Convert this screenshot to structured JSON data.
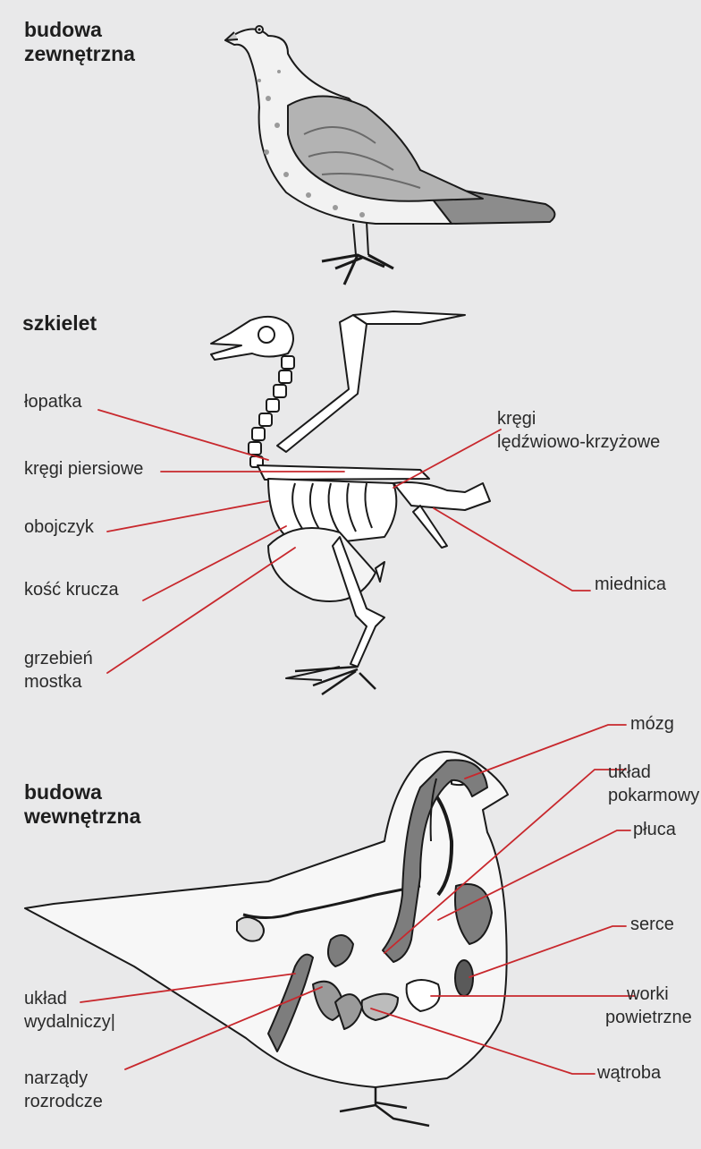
{
  "sections": {
    "external": [
      "budowa",
      "zewnętrzna"
    ],
    "skeleton": [
      "szkielet"
    ],
    "internal": [
      "budowa",
      "wewnętrzna"
    ]
  },
  "skeleton_labels": {
    "lopatka": [
      "łopatka"
    ],
    "kregi_piersiowe": [
      "kręgi piersiowe"
    ],
    "obojczyk": [
      "obojczyk"
    ],
    "kosc_krucza": [
      "kość krucza"
    ],
    "grzebien_mostka": [
      "grzebień",
      "mostka"
    ],
    "kregi_ledzwiowo": [
      "kręgi",
      "lędźwiowo-krzyżowe"
    ],
    "miednica": [
      "miednica"
    ]
  },
  "internal_labels": {
    "mozg": [
      "mózg"
    ],
    "uklad_pokarmowy": [
      "układ",
      "pokarmowy"
    ],
    "pluca": [
      "płuca"
    ],
    "serce": [
      "serce"
    ],
    "worki": [
      "worki",
      "powietrzne"
    ],
    "watroba": [
      "wątroba"
    ],
    "uklad_wydalniczy": [
      "układ",
      "wydalniczy|"
    ],
    "narzady": [
      "narządy",
      "rozrodcze"
    ]
  },
  "colors": {
    "background": "#e9e9ea",
    "leader_line": "#c8282d",
    "outline": "#1a1a1a",
    "organ_grey": "#7d7d7d",
    "wing_grey": "#9a9a9a",
    "body_white": "#f7f7f7"
  }
}
